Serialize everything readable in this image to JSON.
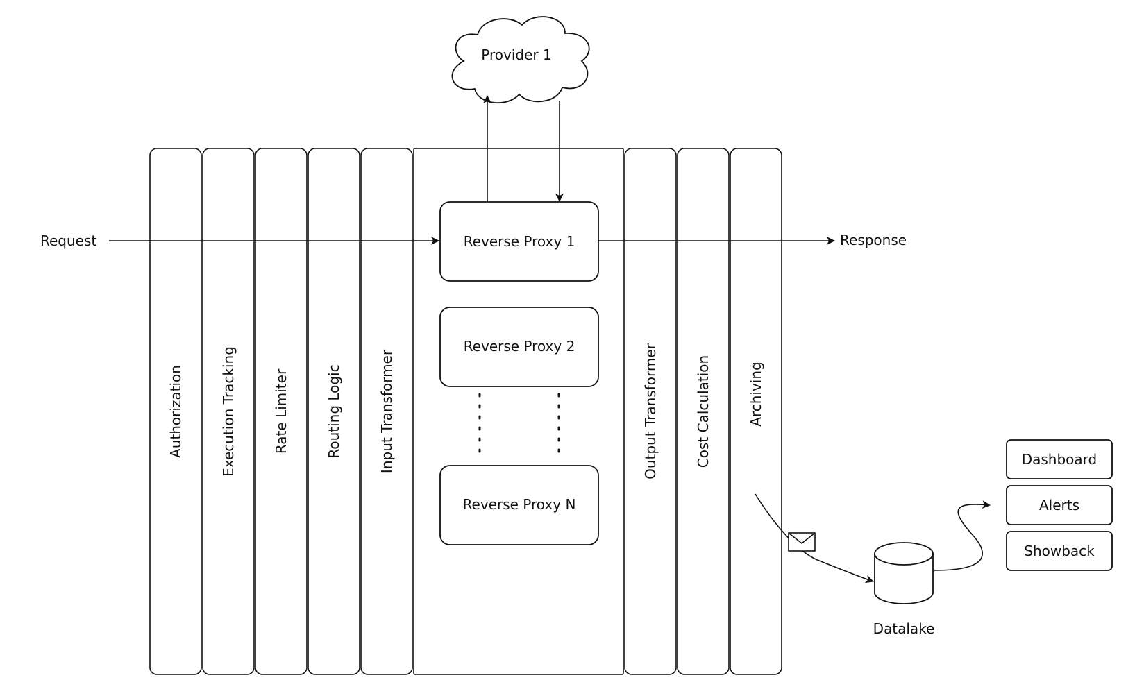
{
  "diagram": {
    "colors": {
      "stroke": "#111111",
      "fill": "#ffffff"
    },
    "flow": {
      "request_label": "Request",
      "response_label": "Response"
    },
    "provider": {
      "label": "Provider 1",
      "shape": "cloud"
    },
    "lanes": [
      "Authorization",
      "Execution Tracking",
      "Rate Limiter",
      "Routing Logic",
      "Input Transformer",
      "Output Transformer",
      "Cost Calculation",
      "Archiving"
    ],
    "proxies": [
      "Reverse Proxy 1",
      "Reverse Proxy 2",
      "Reverse Proxy N"
    ],
    "datalake": {
      "label": "Datalake",
      "shape": "cylinder"
    },
    "message_icon": "envelope-icon",
    "outputs": [
      "Dashboard",
      "Alerts",
      "Showback"
    ]
  }
}
